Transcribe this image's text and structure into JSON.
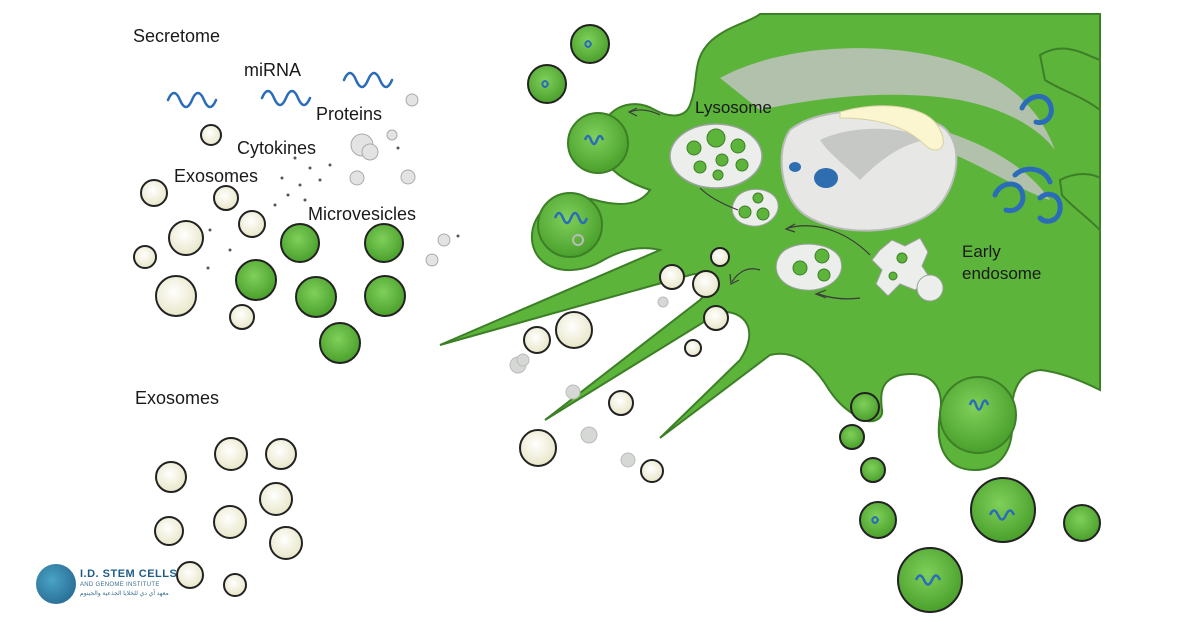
{
  "labels": {
    "secretome": "Secretome",
    "mirna": "miRNA",
    "proteins": "Proteins",
    "cytokines": "Cytokines",
    "exosomes_top": "Exosomes",
    "microvesicles": "Microvesicles",
    "exosomes_bottom": "Exosomes",
    "lysosome": "Lysosome",
    "early": "Early",
    "endosome": "endosome"
  },
  "logo": {
    "title": "I.D. STEM CELLS",
    "subtitle": "AND GENOME INSTITUTE",
    "arabic": "معهد آي دي للخلايا الجذعية والجينوم"
  },
  "colors": {
    "cell_green": "#5cb43b",
    "cell_outline": "#3d7f27",
    "vesicle_cream": "#f1f0d6",
    "organelle_gray": "#e4e6e4",
    "nucleus_dark": "#2e6db0",
    "rna_blue": "#2a6cb8"
  }
}
